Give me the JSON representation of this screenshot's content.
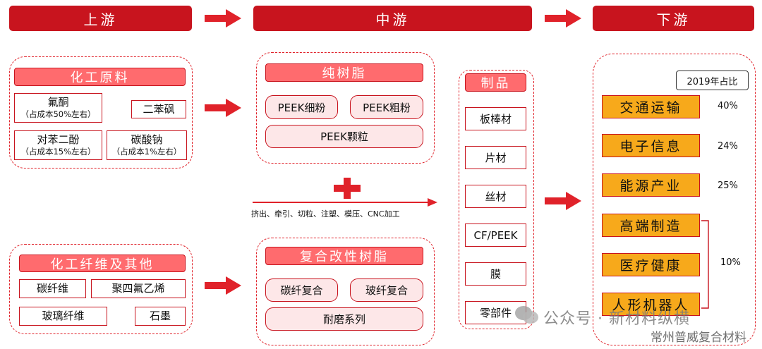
{
  "stages": {
    "upstream": "上游",
    "midstream": "中游",
    "downstream": "下游"
  },
  "upstream": {
    "chemical_raw": {
      "title": "化工原料",
      "items": [
        {
          "name": "氟酮",
          "note": "（占成本50%左右）"
        },
        {
          "name": "二苯砜"
        },
        {
          "name": "对苯二酚",
          "note": "（占成本15%左右）"
        },
        {
          "name": "碳酸钠",
          "note": "（占成本1%左右）"
        }
      ]
    },
    "fiber_other": {
      "title": "化工纤维及其他",
      "items": [
        "碳纤维",
        "聚四氟乙烯",
        "玻璃纤维",
        "石墨"
      ]
    }
  },
  "midstream": {
    "pure_resin": {
      "title": "纯树脂",
      "items": [
        "PEEK细粉",
        "PEEK粗粉",
        "PEEK颗粒"
      ]
    },
    "composite_resin": {
      "title": "复合改性树脂",
      "items": [
        "碳纤复合",
        "玻纤复合",
        "耐磨系列"
      ]
    },
    "process_text": "挤出、牵引、切粒、注塑、模压、CNC加工",
    "products": {
      "title": "制品",
      "items": [
        "板棒材",
        "片材",
        "丝材",
        "CF/PEEK",
        "膜",
        "零部件"
      ]
    }
  },
  "downstream": {
    "legend": "2019年占比",
    "apps": [
      "交通运输",
      "电子信息",
      "能源产业",
      "高端制造",
      "医疗健康",
      "人形机器人"
    ],
    "shares": [
      "40%",
      "24%",
      "25%",
      "10%"
    ]
  },
  "watermark": {
    "line1": "公众号 · 新材料纵横",
    "line2": "常州普威复合材料"
  },
  "colors": {
    "primary_red": "#c8141e",
    "pink": "#ff6b6e",
    "light_pink": "#fde7e8",
    "orange": "#f7a91b"
  }
}
